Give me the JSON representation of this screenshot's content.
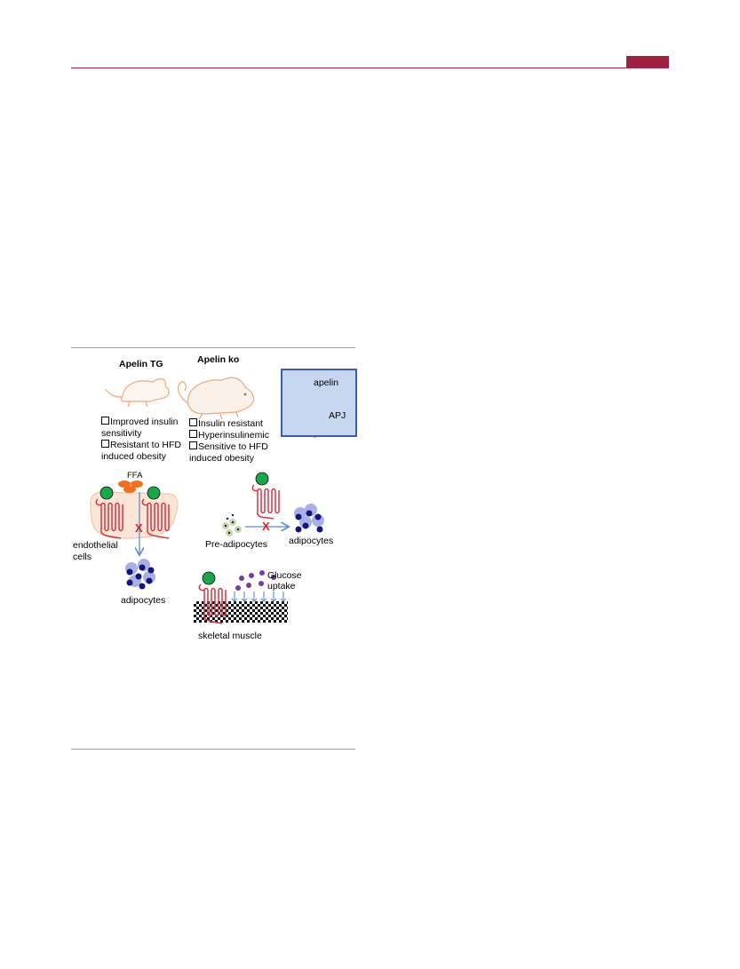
{
  "figure": {
    "panel_titles": {
      "tg": "Apelin TG",
      "ko": "Apelin ko"
    },
    "tg_effects": [
      "Improved insulin sensitivity",
      "Resistant to HFD induced obesity"
    ],
    "tg_lines": [
      "Improved insulin",
      "sensitivity",
      "Resistant to HFD",
      "induced obesity"
    ],
    "ko_effects": [
      "Insulin resistant",
      "Hyperinsulinemic",
      "Sensitive to HFD induced obesity"
    ],
    "ko_lines": [
      "Insulin resistant",
      "Hyperinsulinemic",
      "Sensitive to HFD",
      "induced obesity"
    ],
    "legend": {
      "ligand": "apelin",
      "receptor": "APJ"
    },
    "labels": {
      "ffa": "FFA",
      "endothelial_1": "endothelial",
      "endothelial_2": "cells",
      "adipocytes_left": "adipocytes",
      "preadipocytes": "Pre-adipocytes",
      "adipocytes_right": "adipocytes",
      "glucose_1": "Glucose",
      "glucose_2": "uptake",
      "skeletal_muscle": "skeletal muscle",
      "inhibit_mark": "X"
    },
    "colors": {
      "rule": "#a0203f",
      "apelin": "#1aa64a",
      "receptor": "#e03040",
      "ffa": "#f07020",
      "adipocyte": "#14147a",
      "glucose": "#7a3aa8",
      "arrow": "#5b8bd0",
      "legend_bg": "#c5d6ee",
      "mouse_outline": "#f0a878"
    }
  }
}
